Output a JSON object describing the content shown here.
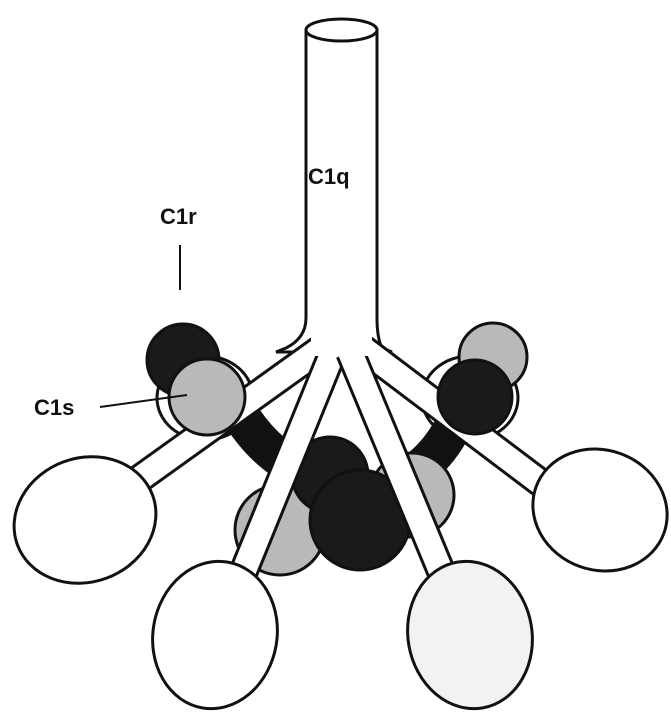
{
  "labels": {
    "c1q": "C1q",
    "c1r": "C1r",
    "c1s": "C1s"
  },
  "colors": {
    "outline": "#111111",
    "dark_sphere": "#1a1a1a",
    "gray_sphere": "#b9b9b9",
    "white": "#ffffff",
    "light_head": "#f2f2f2"
  }
}
